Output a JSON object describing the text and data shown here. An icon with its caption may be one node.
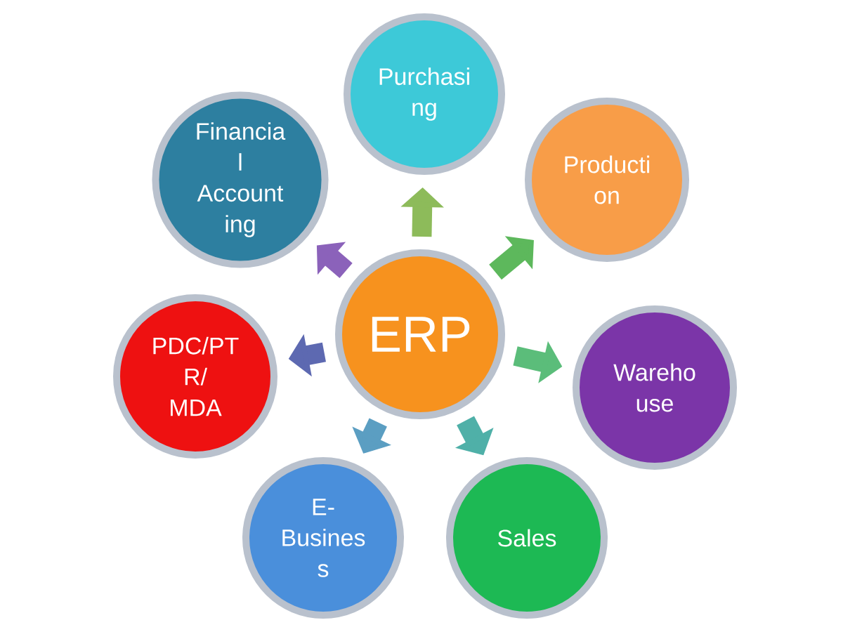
{
  "diagram": {
    "nodes": [
      {
        "text": [
          "Purchasi ng"
        ]
      },
      {
        "text": [
          "Financia l Account ing"
        ]
      },
      {
        "text": [
          "Producti on"
        ]
      },
      {
        "text": [
          "ERP"
        ]
      },
      {
        "text": [
          "PDC/PT R/ MDA"
        ]
      },
      {
        "text": [
          "Wareho use"
        ]
      },
      {
        "text": [
          "E- Busines s"
        ]
      },
      {
        "text": [
          "Sales"
        ]
      }
    ],
    "edges": [
      {
        "from": 3,
        "to": 0,
        "arrow": "to",
        "color": "#8dbb5a"
      },
      {
        "from": 3,
        "to": 2,
        "arrow": "to",
        "color": "#5db85c"
      },
      {
        "from": 3,
        "to": 5,
        "arrow": "to",
        "color": "#5bbd7a"
      },
      {
        "from": 3,
        "to": 7,
        "arrow": "to",
        "color": "#4fb0a8"
      },
      {
        "from": 3,
        "to": 6,
        "arrow": "to",
        "color": "#5b9ec2"
      },
      {
        "from": 3,
        "to": 4,
        "arrow": "to",
        "color": "#5d69b1"
      },
      {
        "from": 3,
        "to": 1,
        "arrow": "to",
        "color": "#8b62ba"
      }
    ]
  }
}
